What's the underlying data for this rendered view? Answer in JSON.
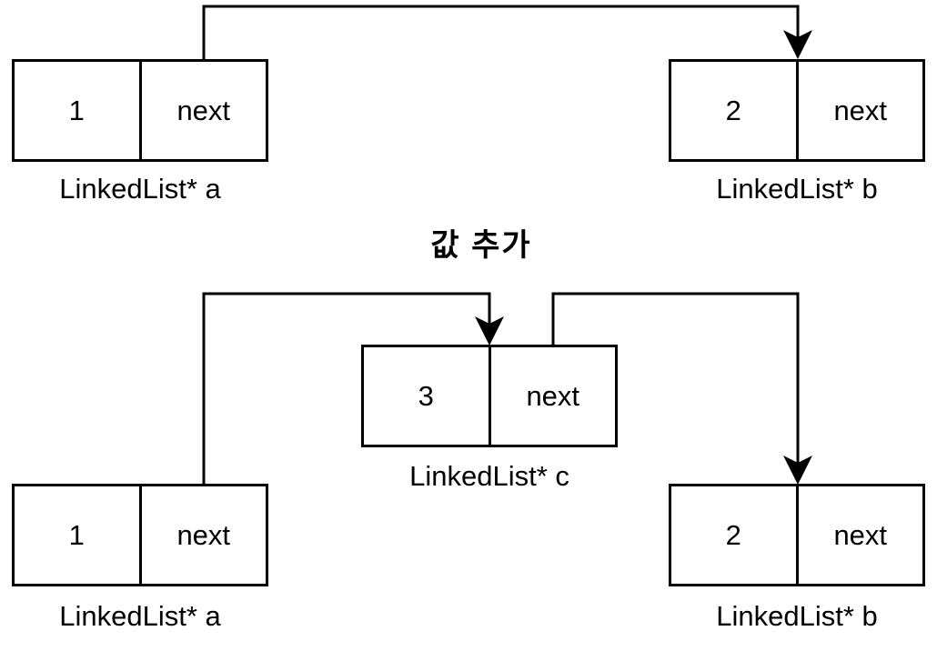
{
  "page": {
    "background": "#ffffff",
    "stroke_color": "#000000"
  },
  "transition_label": "값 추가",
  "before": {
    "node_a": {
      "value": "1",
      "next_label": "next",
      "caption": "LinkedList* a"
    },
    "node_b": {
      "value": "2",
      "next_label": "next",
      "caption": "LinkedList* b"
    }
  },
  "after": {
    "node_a": {
      "value": "1",
      "next_label": "next",
      "caption": "LinkedList* a"
    },
    "node_c": {
      "value": "3",
      "next_label": "next",
      "caption": "LinkedList* c"
    },
    "node_b": {
      "value": "2",
      "next_label": "next",
      "caption": "LinkedList* b"
    }
  },
  "edges": [
    {
      "id": "before-a-next-to-b",
      "from": "before.node_a.next",
      "to": "before.node_b"
    },
    {
      "id": "after-a-next-to-c",
      "from": "after.node_a.next",
      "to": "after.node_c"
    },
    {
      "id": "after-c-next-to-b",
      "from": "after.node_c.next",
      "to": "after.node_b"
    }
  ]
}
